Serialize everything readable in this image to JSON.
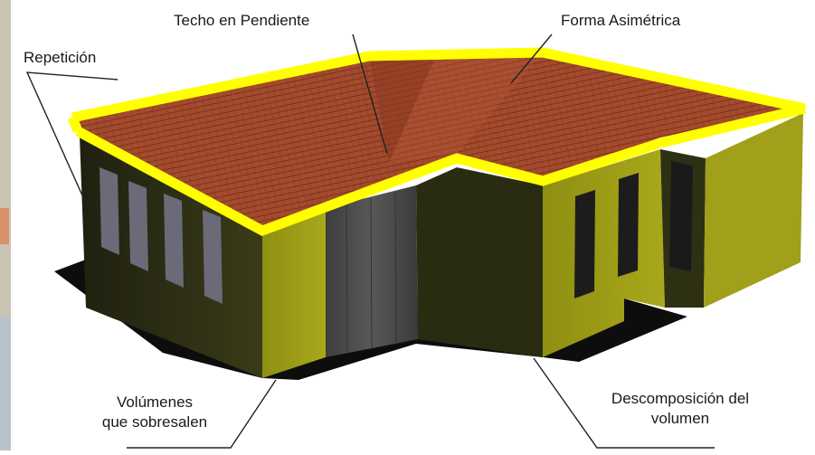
{
  "labels": {
    "techo": "Techo en Pendiente",
    "forma": "Forma Asimétrica",
    "repeticion": "Repetición",
    "volumenes_1": "Volúmenes",
    "volumenes_2": "que sobresalen",
    "descomposicion_1": "Descomposición del",
    "descomposicion_2": "volumen"
  },
  "colors": {
    "wall": "#9a9a14",
    "wall_dark": "#2b2d12",
    "roof": "#a04a2c",
    "roof_edge": "#ffff00",
    "door": "#4a4a4a",
    "window": "#6b6b78"
  }
}
